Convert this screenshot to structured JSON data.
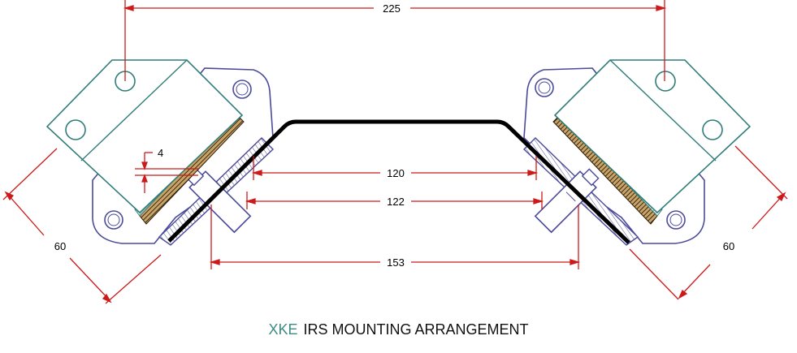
{
  "dimensions": {
    "top_span": "225",
    "inner_120": "120",
    "inner_122": "122",
    "bottom_153": "153",
    "left_side": "60",
    "right_side": "60",
    "offset_4": "4"
  },
  "caption": {
    "brand": "XKE",
    "title": "IRS MOUNTING ARRANGEMENT"
  },
  "colors": {
    "dimension": "#cc1a1a",
    "block_outline": "#2f7d78",
    "plate_outline": "#4a4a9a",
    "frame": "#000000",
    "rubber": "#3a2a10"
  }
}
